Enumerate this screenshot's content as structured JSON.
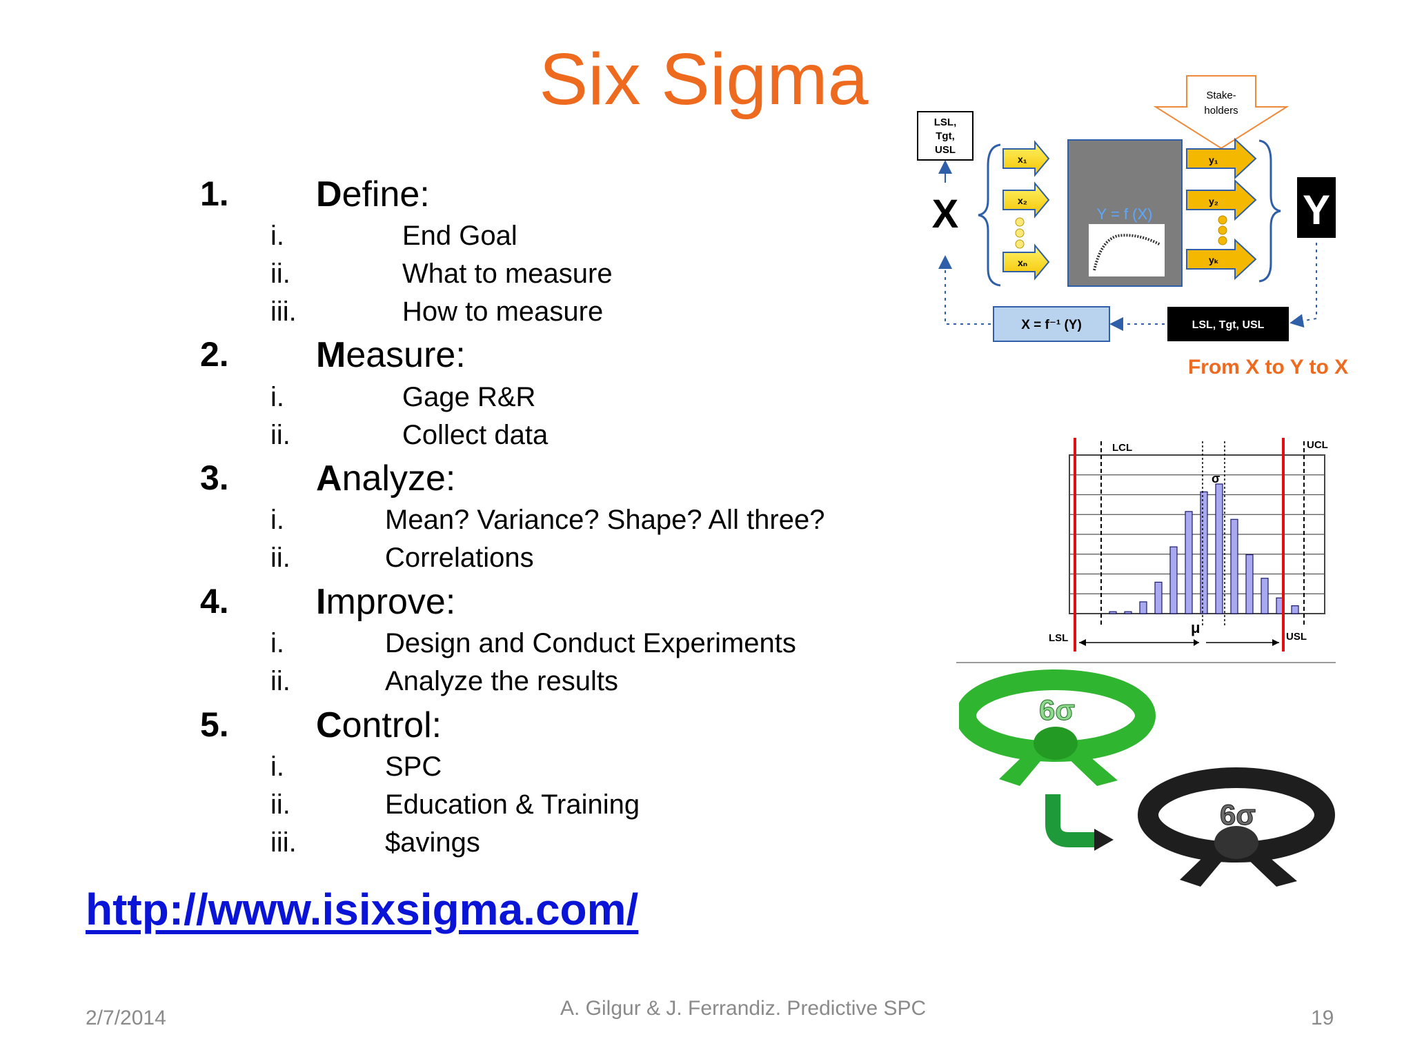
{
  "slide": {
    "title": "Six Sigma",
    "link": "http://www.isixsigma.com/",
    "footer": {
      "date": "2/7/2014",
      "center": "A. Gilgur & J. Ferrandiz.  Predictive SPC",
      "page": "19"
    }
  },
  "steps": [
    {
      "number": "1.",
      "first": "D",
      "rest": "efine:",
      "subs": [
        {
          "numeral": "i.",
          "text": "End Goal"
        },
        {
          "numeral": "ii.",
          "text": "What to measure"
        },
        {
          "numeral": "iii.",
          "text": "How to measure"
        }
      ]
    },
    {
      "number": "2.",
      "first": "M",
      "rest": "easure:",
      "subs": [
        {
          "numeral": "i.",
          "text": "Gage R&R"
        },
        {
          "numeral": "ii.",
          "text": "Collect data"
        }
      ]
    },
    {
      "number": "3.",
      "first": "A",
      "rest": "nalyze:",
      "subs": [
        {
          "numeral": "i.",
          "text": "Mean?  Variance?  Shape?  All three?"
        },
        {
          "numeral": "ii.",
          "text": "Correlations"
        }
      ]
    },
    {
      "number": "4.",
      "first": "I",
      "rest": "mprove:",
      "subs": [
        {
          "numeral": "i.",
          "text": "Design and Conduct Experiments"
        },
        {
          "numeral": "ii.",
          "text": "Analyze the results"
        }
      ]
    },
    {
      "number": "5.",
      "first": "C",
      "rest": "ontrol:",
      "subs": [
        {
          "numeral": "i.",
          "text": "SPC"
        },
        {
          "numeral": "ii.",
          "text": "Education & Training"
        },
        {
          "numeral": "iii.",
          "text": "$avings"
        }
      ]
    }
  ],
  "diagram": {
    "lsl_box": [
      "LSL,",
      "Tgt,",
      "USL"
    ],
    "x_label": "X",
    "y_label": "Y",
    "stakeholders": [
      "Stake-",
      "holders"
    ],
    "inputs": [
      "x₁",
      "x₂",
      "xₙ"
    ],
    "outputs": [
      "y₁",
      "y₂",
      "yₖ"
    ],
    "function": "Y = f (X)",
    "inverse": "X = f⁻¹ (Y)",
    "spec_box": "LSL, Tgt, USL",
    "caption": "From X to Y to X"
  },
  "histogram": {
    "lcl": "LCL",
    "ucl": "UCL",
    "lsl": "LSL",
    "usl": "USL",
    "mu": "μ",
    "sigma": "σ",
    "bins": [
      0.5,
      0.5,
      3,
      8,
      17,
      26,
      31,
      33,
      24,
      15,
      9,
      4,
      2
    ]
  },
  "belts": {
    "green": "6σ",
    "black": "6σ",
    "green_color": "#2fb52f",
    "black_color": "#1e1e1e"
  }
}
